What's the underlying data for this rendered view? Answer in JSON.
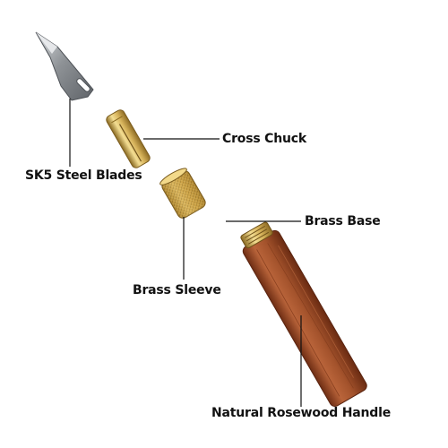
{
  "labels": {
    "blades": "SK5 Steel Blades",
    "cross_chuck": "Cross Chuck",
    "brass_base": "Brass Base",
    "brass_sleeve": "Brass Sleeve",
    "handle": "Natural Rosewood Handle"
  },
  "colors": {
    "leader_line": "#111111",
    "steel": "#9a9ea3",
    "brass": "#c9a24a",
    "rosewood": "#a5532e"
  }
}
